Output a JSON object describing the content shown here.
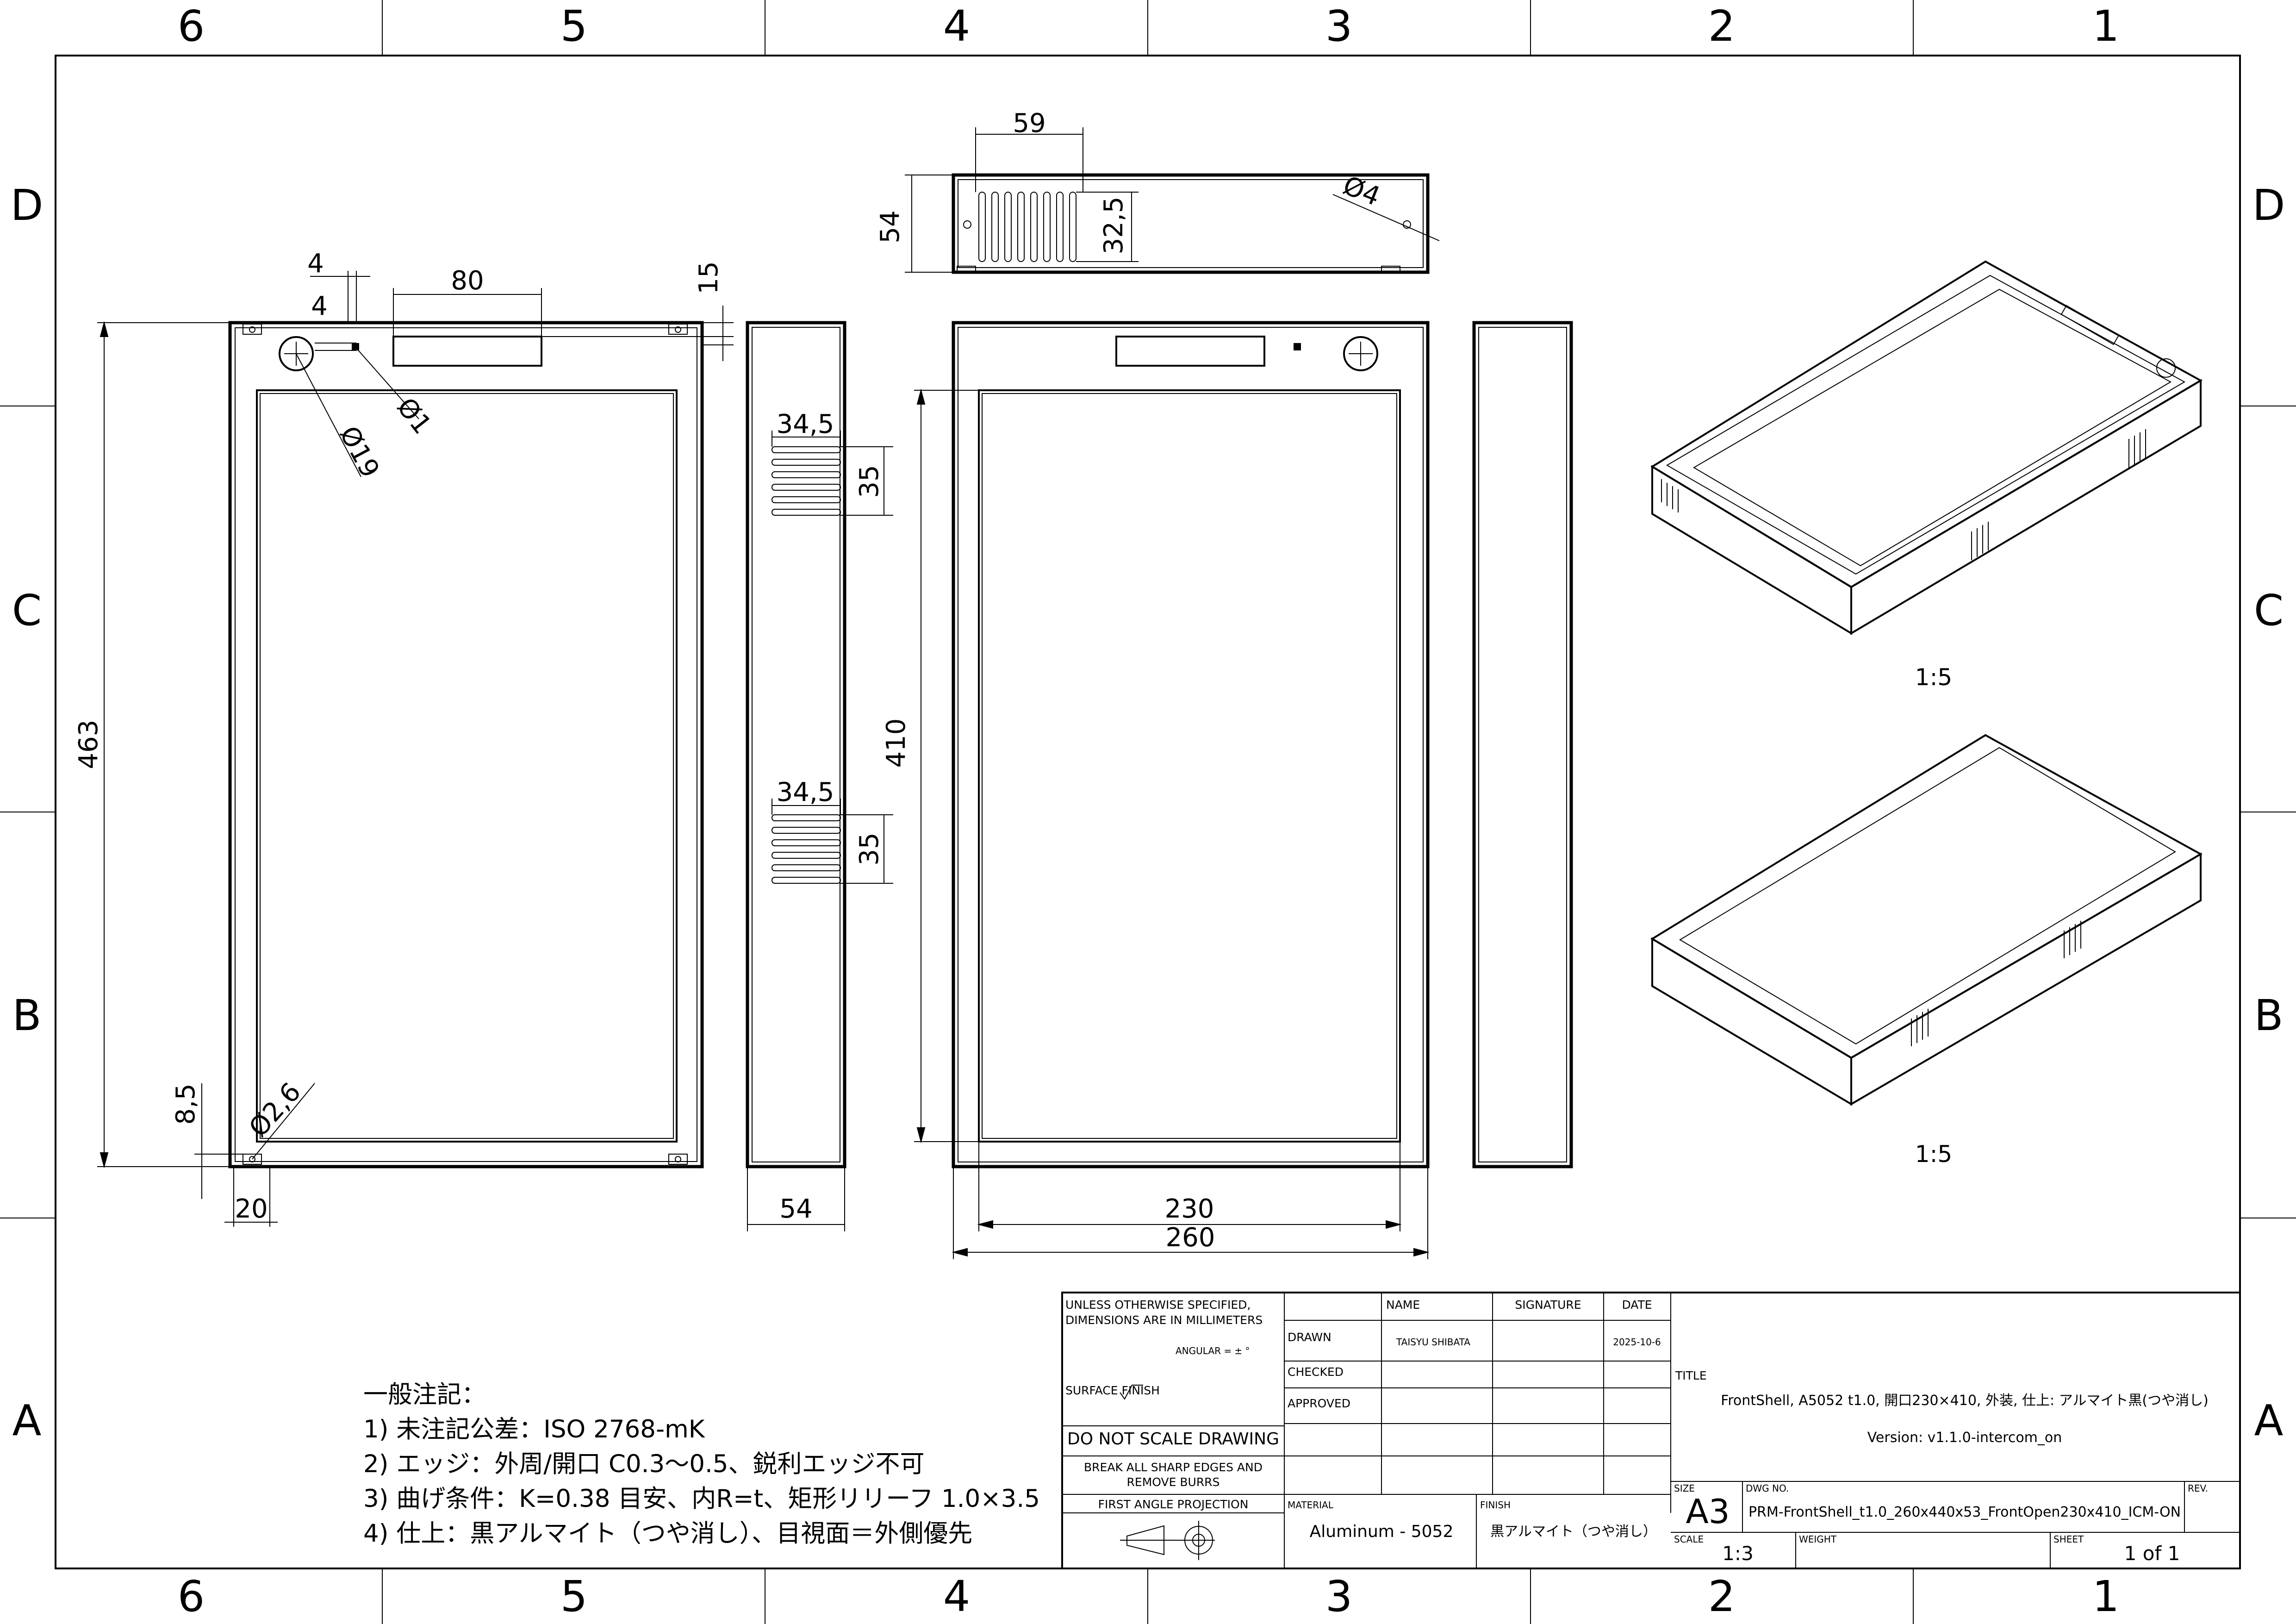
{
  "sheet": {
    "zone_columns": [
      "6",
      "5",
      "4",
      "3",
      "2",
      "1"
    ],
    "zone_rows": [
      "D",
      "C",
      "B",
      "A"
    ]
  },
  "dimensions": {
    "front_left": {
      "d4a": "4",
      "d4b": "4",
      "d80": "80",
      "d15": "15",
      "d463": "463",
      "phi1": "Ø1",
      "phi19": "Ø19",
      "d8_5": "8,5",
      "phi2_6": "Ø2,6",
      "d20": "20"
    },
    "side": {
      "d34_5_top": "34,5",
      "d35_top": "35",
      "d34_5_bot": "34,5",
      "d35_bot": "35",
      "d54": "54"
    },
    "top": {
      "d59": "59",
      "d54": "54",
      "d32_5": "32,5",
      "phi4": "Ø4"
    },
    "front_right": {
      "d410": "410",
      "d230": "230",
      "d260": "260"
    }
  },
  "iso_views": {
    "scale_1": "1:5",
    "scale_2": "1:5"
  },
  "notes": {
    "heading": "一般注記：",
    "lines": [
      "1) 未注記公差：ISO 2768-mK",
      "2) エッジ：外周/開口 C0.3～0.5、鋭利エッジ不可",
      "3) 曲げ条件：K=0.38 目安、内R=t、矩形リリーフ 1.0×3.5",
      "4) 仕上：黒アルマイト（つや消し）、目視面＝外側優先"
    ]
  },
  "title_block": {
    "spec_1": "UNLESS OTHERWISE SPECIFIED,",
    "spec_2": "DIMENSIONS ARE IN MILLIMETERS",
    "angular": "ANGULAR = ± °",
    "surface_finish": "SURFACE FINISH",
    "do_not_scale": "DO NOT SCALE DRAWING",
    "break_edges_1": "BREAK ALL SHARP EDGES AND",
    "break_edges_2": "REMOVE BURRS",
    "projection": "FIRST ANGLE PROJECTION",
    "col_name": "NAME",
    "col_signature": "SIGNATURE",
    "col_date": "DATE",
    "row_drawn": "DRAWN",
    "row_checked": "CHECKED",
    "row_approved": "APPROVED",
    "drawn_name": "TAISYU SHIBATA",
    "drawn_date": "2025-10-6",
    "title_label": "TITLE",
    "title": "FrontShell, A5052 t1.0, 開口230×410, 外装, 仕上: アルマイト黒(つや消し)",
    "version": "Version: v1.1.0-intercom_on",
    "material_label": "MATERIAL",
    "material": "Aluminum - 5052",
    "finish_label": "FINISH",
    "finish": "黒アルマイト（つや消し）",
    "size_label": "SIZE",
    "size": "A3",
    "dwg_no_label": "DWG NO.",
    "dwg_no": "PRM-FrontShell_t1.0_260x440x53_FrontOpen230x410_ICM-ON",
    "rev_label": "REV.",
    "scale_label": "SCALE",
    "scale": "1:3",
    "weight_label": "WEIGHT",
    "sheet_label": "SHEET",
    "sheet": "1 of 1"
  }
}
